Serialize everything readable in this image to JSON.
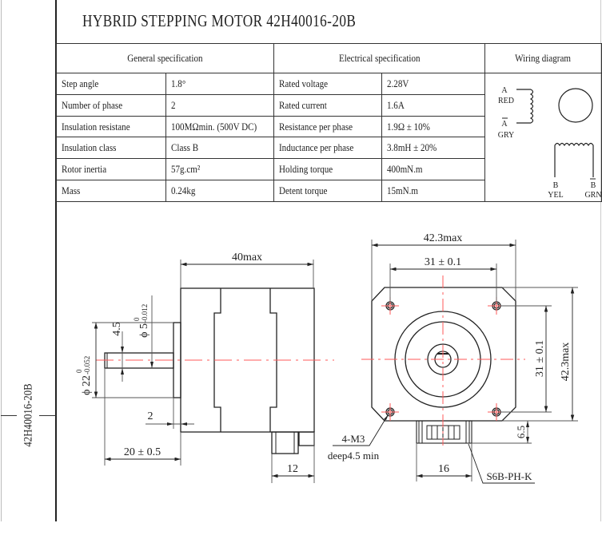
{
  "title": "HYBRID STEPPING MOTOR  42H40016-20B",
  "side_label": "42H40016-20B",
  "table": {
    "headers": {
      "general": "General  specification",
      "electrical": "Electrical  specification",
      "wiring": "Wiring diagram"
    },
    "rows": [
      {
        "g_label": "Step angle",
        "g_value": "1.8°",
        "e_label": "Rated voltage",
        "e_value": "2.28V"
      },
      {
        "g_label": "Number of phase",
        "g_value": "2",
        "e_label": "Rated current",
        "e_value": "1.6A"
      },
      {
        "g_label": "Insulation resistane",
        "g_value": "100MΩmin. (500V DC)",
        "e_label": "Resistance per phase",
        "e_value": "1.9Ω ± 10%"
      },
      {
        "g_label": "Insulation class",
        "g_value": "Class B",
        "e_label": "Inductance per phase",
        "e_value": "3.8mH ± 20%"
      },
      {
        "g_label": "Rotor inertia",
        "g_value": "57g.cm²",
        "e_label": "Holding torque",
        "e_value": "400mN.m"
      },
      {
        "g_label": "Mass",
        "g_value": "0.24kg",
        "e_label": "Detent torque",
        "e_value": "15mN.m"
      }
    ]
  },
  "wiring": {
    "a": "A",
    "a_color": "RED",
    "a_bar": "A",
    "a_bar_color": "GRY",
    "b": "B",
    "b_color": "YEL",
    "b_bar": "B",
    "b_bar_color": "GRN"
  },
  "side_view": {
    "length": "40max",
    "shaft_length": "20 ± 0.5",
    "boss_height": "2",
    "connector_width": "12",
    "flat_depth": "4.5",
    "shaft_dia": "ϕ 5",
    "shaft_tol_upper": "0",
    "shaft_tol_lower": "-0.012",
    "boss_dia": "ϕ 22",
    "boss_tol_upper": "0",
    "boss_tol_lower": "-0.052"
  },
  "front_view": {
    "width": "42.3max",
    "hole_spacing_h": "31 ± 0.1",
    "hole_spacing_v": "31 ± 0.1",
    "height": "42.3max",
    "connector_height": "6.5",
    "connector_width": "16",
    "thread_spec": "4-M3",
    "thread_depth": "deep4.5 min",
    "connector_model": "S6B-PH-K"
  },
  "colors": {
    "line": "#222222",
    "center_line": "#ff5a5a",
    "dim_line": "#555555"
  }
}
